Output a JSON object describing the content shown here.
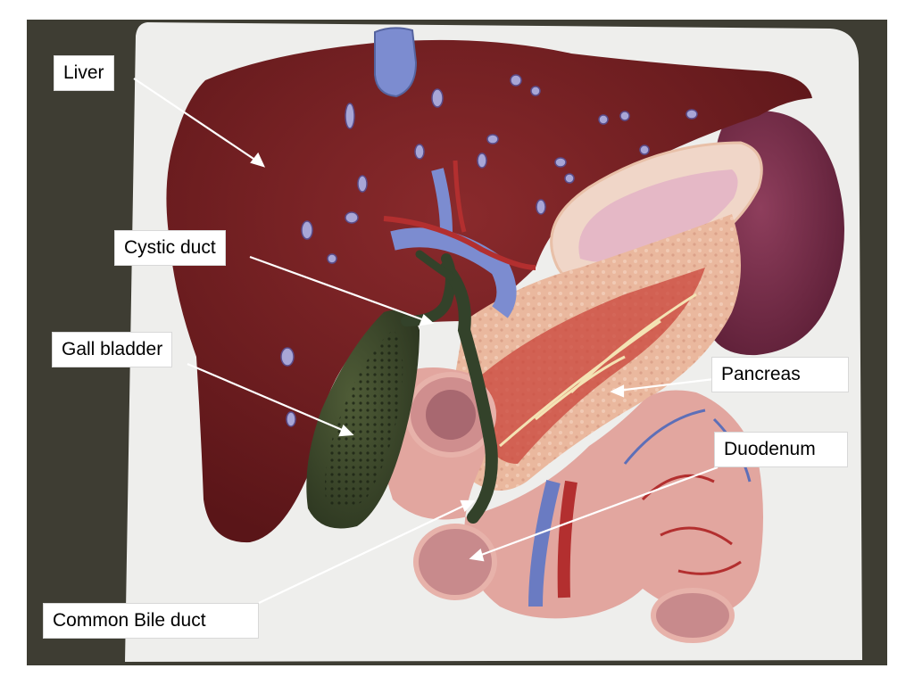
{
  "labels": {
    "liver": "Liver",
    "cystic_duct": "Cystic duct",
    "gall_bladder": "Gall bladder",
    "pancreas": "Pancreas",
    "duodenum": "Duodenum",
    "common_bile_duct": "Common Bile duct"
  },
  "colors": {
    "liver": "#6e1f22",
    "gall_bladder": "#3d4a2a",
    "pancreas": "#e8b49c",
    "duodenum": "#e3a7a0",
    "spleen": "#7a2f4a",
    "vein": "#7a8cc8",
    "artery": "#b5282a",
    "board": "#f1f1ef",
    "backdrop": "#3a3a30"
  }
}
